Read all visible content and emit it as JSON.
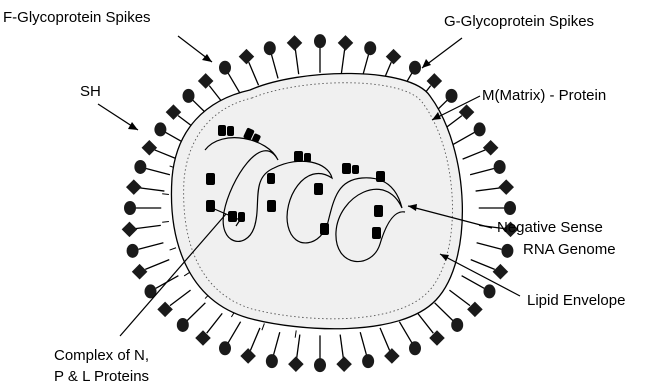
{
  "labels": {
    "f_spikes": "F-Glycoprotein Spikes",
    "g_spikes": "G-Glycoprotein Spikes",
    "sh": "SH",
    "matrix": "M(Matrix) - Protein",
    "rna_line1": "Negative Sense",
    "rna_line2": "RNA Genome",
    "lipid": "Lipid Envelope",
    "complex_line1": "Complex of N,",
    "complex_line2": "P & L Proteins"
  },
  "colors": {
    "ink": "#000000",
    "capsid_fill": "#f0f0f0",
    "spike": "#1a1a1a",
    "background": "#ffffff"
  }
}
